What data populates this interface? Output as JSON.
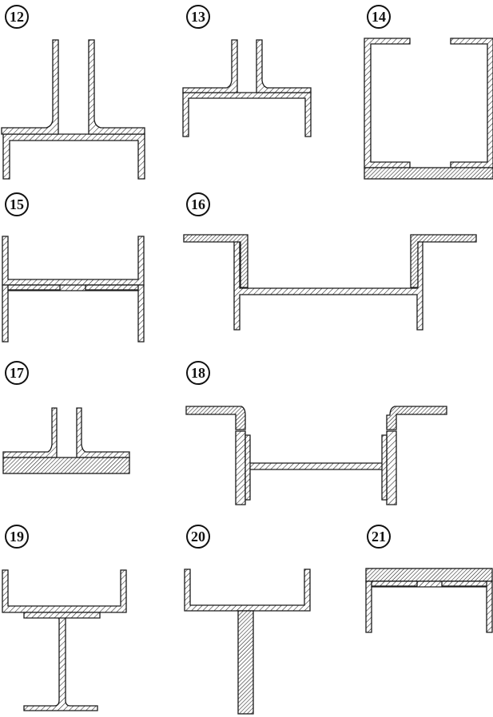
{
  "figures": [
    {
      "id": "fig-12",
      "label": "12"
    },
    {
      "id": "fig-13",
      "label": "13"
    },
    {
      "id": "fig-14",
      "label": "14"
    },
    {
      "id": "fig-15",
      "label": "15"
    },
    {
      "id": "fig-16",
      "label": "16"
    },
    {
      "id": "fig-17",
      "label": "17"
    },
    {
      "id": "fig-18",
      "label": "18"
    },
    {
      "id": "fig-19",
      "label": "19"
    },
    {
      "id": "fig-20",
      "label": "20"
    },
    {
      "id": "fig-21",
      "label": "21"
    }
  ],
  "colors": {
    "stroke": "#1a1a1a",
    "fill": "#ffffff"
  }
}
